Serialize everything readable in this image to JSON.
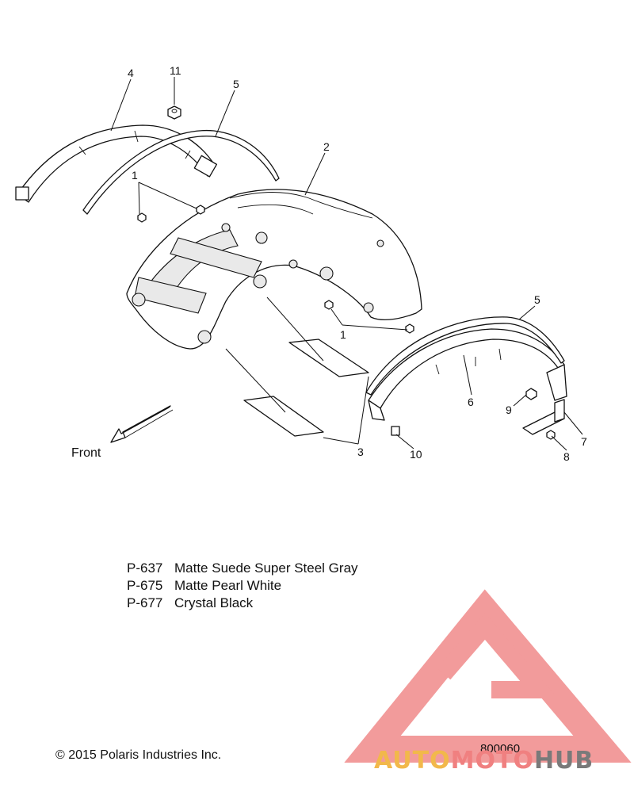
{
  "diagram": {
    "front_label": "Front",
    "callouts": [
      "4",
      "11",
      "5",
      "2",
      "1",
      "1",
      "5",
      "6",
      "9",
      "7",
      "8",
      "10",
      "3"
    ]
  },
  "legend": [
    {
      "code": "P-637",
      "name": "Matte Suede Super Steel Gray"
    },
    {
      "code": "P-675",
      "name": "Matte Pearl White"
    },
    {
      "code": "P-677",
      "name": "Crystal Black"
    }
  ],
  "footer": {
    "copyright": "© 2015 Polaris Industries Inc.",
    "figure_number": "800060"
  },
  "watermark": {
    "part1": "AUTO",
    "part2": "MOTO",
    "part3": "HUB",
    "colors": {
      "logo": "#f08a8a",
      "auto": "#f2b84b",
      "moto": "#f08080",
      "hub": "#7a7a7a"
    }
  }
}
